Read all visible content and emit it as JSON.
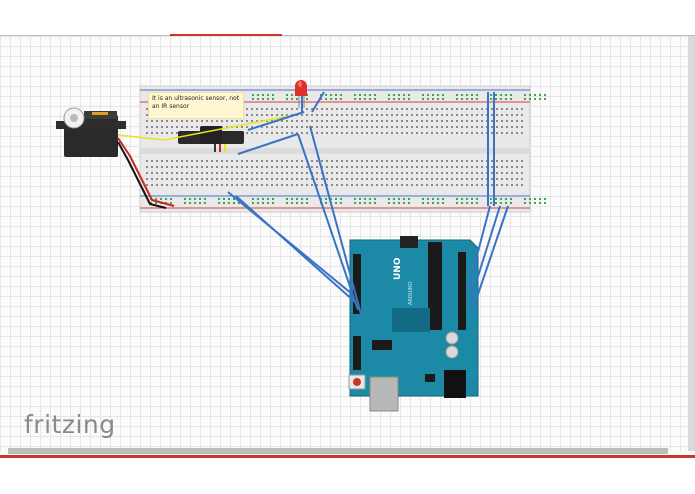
{
  "note": {
    "text": "It is an ultrasonic sensor, not an IR sensor"
  },
  "logo": {
    "text": "fritzing"
  },
  "arduino": {
    "label": "UNO",
    "brand": "ARDUINO"
  },
  "colors": {
    "board_blue": "#1c8aa7",
    "wire_blue": "#3a73c6",
    "wire_yellow": "#e6e61a",
    "wire_red": "#cc2222",
    "wire_black": "#111111",
    "rail_red": "#d94040",
    "rail_blue": "#4a6ed0",
    "accent_red": "#c9372c"
  }
}
